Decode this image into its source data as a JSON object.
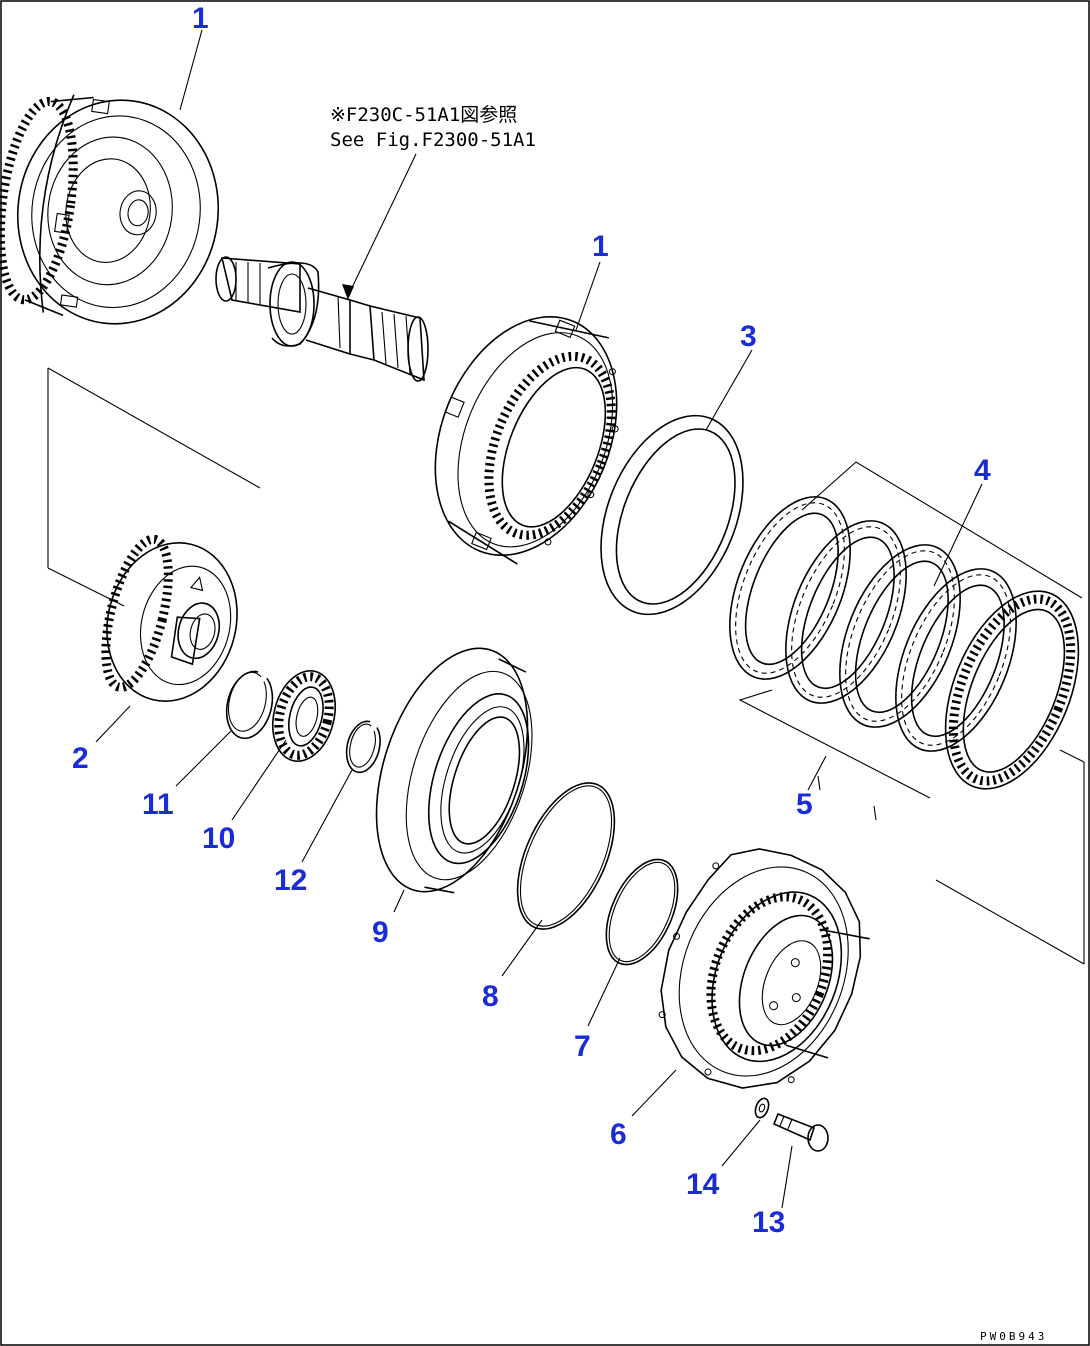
{
  "reference_note": {
    "line1": "※F230C-51A1図参照",
    "line2": "See Fig.F2300-51A1"
  },
  "callouts": {
    "c1a": "1",
    "c1b": "1",
    "c2": "2",
    "c3": "3",
    "c4": "4",
    "c5": "5",
    "c6": "6",
    "c7": "7",
    "c8": "8",
    "c9": "9",
    "c10": "10",
    "c11": "11",
    "c12": "12",
    "c13": "13",
    "c14": "14"
  },
  "drawing_code": "PW0B943"
}
